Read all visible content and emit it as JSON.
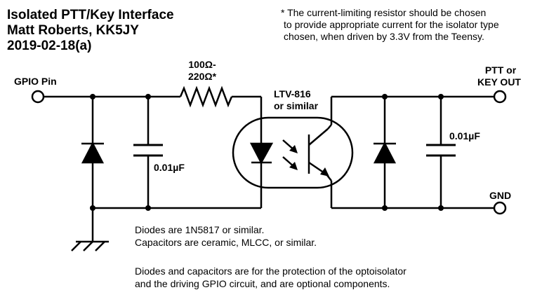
{
  "title": {
    "line1": "Isolated PTT/Key Interface",
    "line2": "Matt Roberts, KK5JY",
    "line3": "2019-02-18(a)"
  },
  "note": {
    "line1": "* The current-limiting resistor should be chosen",
    "line2": "to provide appropriate current for the isolator type",
    "line3": "chosen, when driven by 3.3V from the Teensy."
  },
  "labels": {
    "gpio_pin": "GPIO Pin",
    "resistor_line1": "100Ω-",
    "resistor_line2": "220Ω*",
    "opto_line1": "LTV-816",
    "opto_line2": "or similar",
    "cap_left": "0.01µF",
    "cap_right": "0.01µF",
    "ptt_line1": "PTT or",
    "ptt_line2": "KEY OUT",
    "gnd": "GND"
  },
  "footer": {
    "line1": "Diodes are 1N5817 or similar.",
    "line2": "Capacitors are ceramic, MLCC, or similar.",
    "line3": "Diodes and capacitors are for the protection of the optoisolator",
    "line4": "and the driving GPIO circuit, and are optional components."
  }
}
